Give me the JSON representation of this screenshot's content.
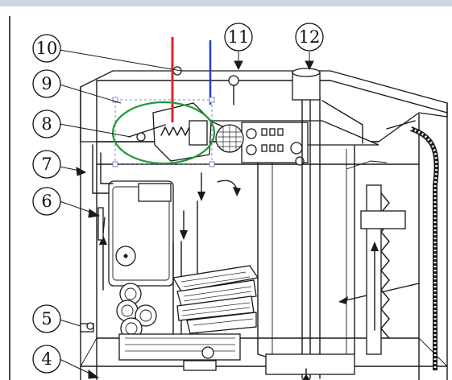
{
  "callouts": {
    "c4": "4",
    "c5": "5",
    "c6": "6",
    "c7": "7",
    "c8": "8",
    "c9": "9",
    "c10": "10",
    "c11": "11",
    "c12": "12"
  },
  "colors": {
    "red_pipe": "#e0242b",
    "blue_pipe": "#2a3ec9",
    "green_circle": "#1e9a32",
    "title_bar": "#cfd6e3"
  }
}
